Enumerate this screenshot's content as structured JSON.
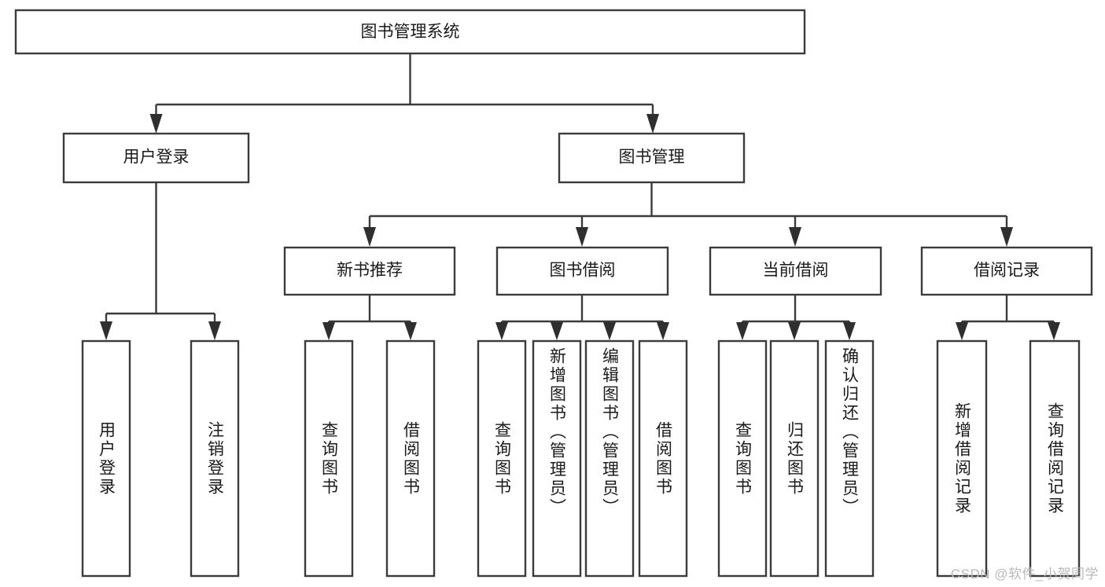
{
  "diagram": {
    "title": "图书管理系统",
    "type": "tree",
    "root": {
      "id": "root",
      "label": "图书管理系统",
      "orientation": "horizontal"
    },
    "level2": [
      {
        "id": "user-login",
        "label": "用户登录",
        "orientation": "horizontal"
      },
      {
        "id": "book-management",
        "label": "图书管理",
        "orientation": "horizontal"
      }
    ],
    "level3": [
      {
        "id": "new-book-recommend",
        "label": "新书推荐",
        "orientation": "horizontal",
        "parent": "book-management"
      },
      {
        "id": "book-borrow",
        "label": "图书借阅",
        "orientation": "horizontal",
        "parent": "book-management"
      },
      {
        "id": "current-borrow",
        "label": "当前借阅",
        "orientation": "horizontal",
        "parent": "book-management"
      },
      {
        "id": "borrow-record",
        "label": "借阅记录",
        "orientation": "horizontal",
        "parent": "book-management"
      }
    ],
    "leaves": [
      {
        "id": "leaf-user-login",
        "label": "用户登录",
        "parent": "user-login",
        "orientation": "vertical"
      },
      {
        "id": "leaf-logout-login",
        "label": "注销登录",
        "parent": "user-login",
        "orientation": "vertical"
      },
      {
        "id": "leaf-query-book-1",
        "label": "查询图书",
        "parent": "new-book-recommend",
        "orientation": "vertical"
      },
      {
        "id": "leaf-borrow-book-1",
        "label": "借阅图书",
        "parent": "new-book-recommend",
        "orientation": "vertical"
      },
      {
        "id": "leaf-query-book-2",
        "label": "查询图书",
        "parent": "book-borrow",
        "orientation": "vertical"
      },
      {
        "id": "leaf-add-book",
        "label": "新增图书（管理员）",
        "parent": "book-borrow",
        "orientation": "vertical"
      },
      {
        "id": "leaf-edit-book",
        "label": "编辑图书（管理员）",
        "parent": "book-borrow",
        "orientation": "vertical"
      },
      {
        "id": "leaf-borrow-book-2",
        "label": "借阅图书",
        "parent": "book-borrow",
        "orientation": "vertical"
      },
      {
        "id": "leaf-query-book-3",
        "label": "查询图书",
        "parent": "current-borrow",
        "orientation": "vertical"
      },
      {
        "id": "leaf-return-book",
        "label": "归还图书",
        "parent": "current-borrow",
        "orientation": "vertical"
      },
      {
        "id": "leaf-confirm-return",
        "label": "确认归还（管理员）",
        "parent": "current-borrow",
        "orientation": "vertical"
      },
      {
        "id": "leaf-add-borrow-record",
        "label": "新增借阅记录",
        "parent": "borrow-record",
        "orientation": "vertical"
      },
      {
        "id": "leaf-query-borrow-record",
        "label": "查询借阅记录",
        "parent": "borrow-record",
        "orientation": "vertical"
      }
    ],
    "colors": {
      "box_stroke": "#3b3b3b",
      "box_fill": "#ffffff",
      "text": "#1a1a1a",
      "arrow": "#2f2f2f",
      "watermark": "#b9b9b9",
      "background": "#ffffff"
    }
  },
  "watermark": {
    "text": "CSDN @软件_小贺同学"
  }
}
